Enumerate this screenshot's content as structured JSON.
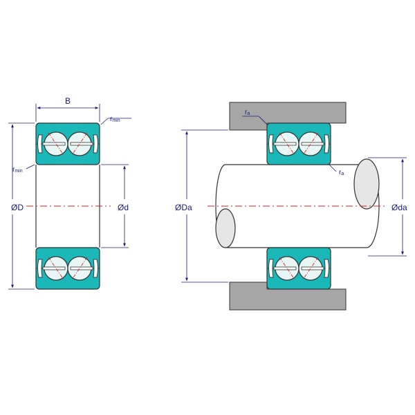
{
  "labels": {
    "width": "B",
    "outer_dia": "ØD",
    "bore_dia": "Ød",
    "r_min_top": "r",
    "r_min_top_sub": "min",
    "r_min_left": "r",
    "r_min_left_sub": "min",
    "housing_dia": "ØDa",
    "shaft_dia": "Øda",
    "ra_top": "r",
    "ra_top_sub": "a",
    "ra_inner": "r",
    "ra_inner_sub": "a"
  },
  "colors": {
    "bearing_fill": "#1ab8b8",
    "ball_fill": "#e8f6f6",
    "housing_fill": "#a6a6a6",
    "shaft_end_fill": "#e6e6e6",
    "dimension_line": "#1a1a7a",
    "centerline": "#d62020"
  }
}
